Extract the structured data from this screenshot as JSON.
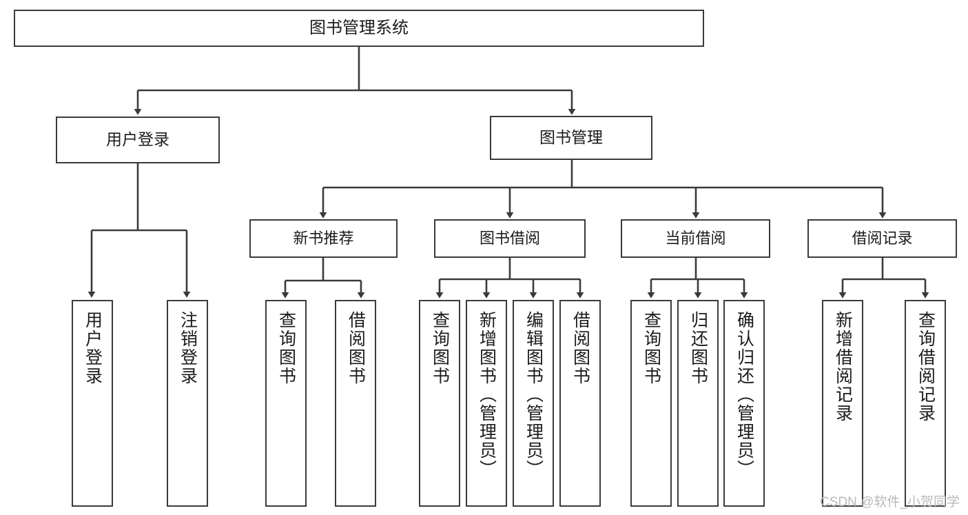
{
  "diagram": {
    "title": "图书管理系统",
    "type": "hierarchy-tree",
    "root": {
      "label": "图书管理系统"
    },
    "level2": [
      {
        "label": "用户登录"
      },
      {
        "label": "图书管理"
      }
    ],
    "level3": [
      {
        "label": "新书推荐"
      },
      {
        "label": "图书借阅"
      },
      {
        "label": "当前借阅"
      },
      {
        "label": "借阅记录"
      }
    ],
    "leaves": {
      "user_login": [
        {
          "label": "用户登录"
        },
        {
          "label": "注销登录"
        }
      ],
      "new_book_recommend": [
        {
          "label": "查询图书"
        },
        {
          "label": "借阅图书"
        }
      ],
      "book_borrow": [
        {
          "label": "查询图书"
        },
        {
          "label": "新增图书（管理员）"
        },
        {
          "label": "编辑图书（管理员）"
        },
        {
          "label": "借阅图书"
        }
      ],
      "current_borrow": [
        {
          "label": "查询图书"
        },
        {
          "label": "归还图书"
        },
        {
          "label": "确认归还（管理员）"
        }
      ],
      "borrow_record": [
        {
          "label": "新增借阅记录"
        },
        {
          "label": "查询借阅记录"
        }
      ]
    }
  },
  "watermark": {
    "text": "CSDN @软件_小贺同学"
  },
  "colors": {
    "border": "#3a3a3a",
    "background": "#ffffff",
    "text": "#1b1b1b",
    "watermark": "#b9b9b9"
  }
}
